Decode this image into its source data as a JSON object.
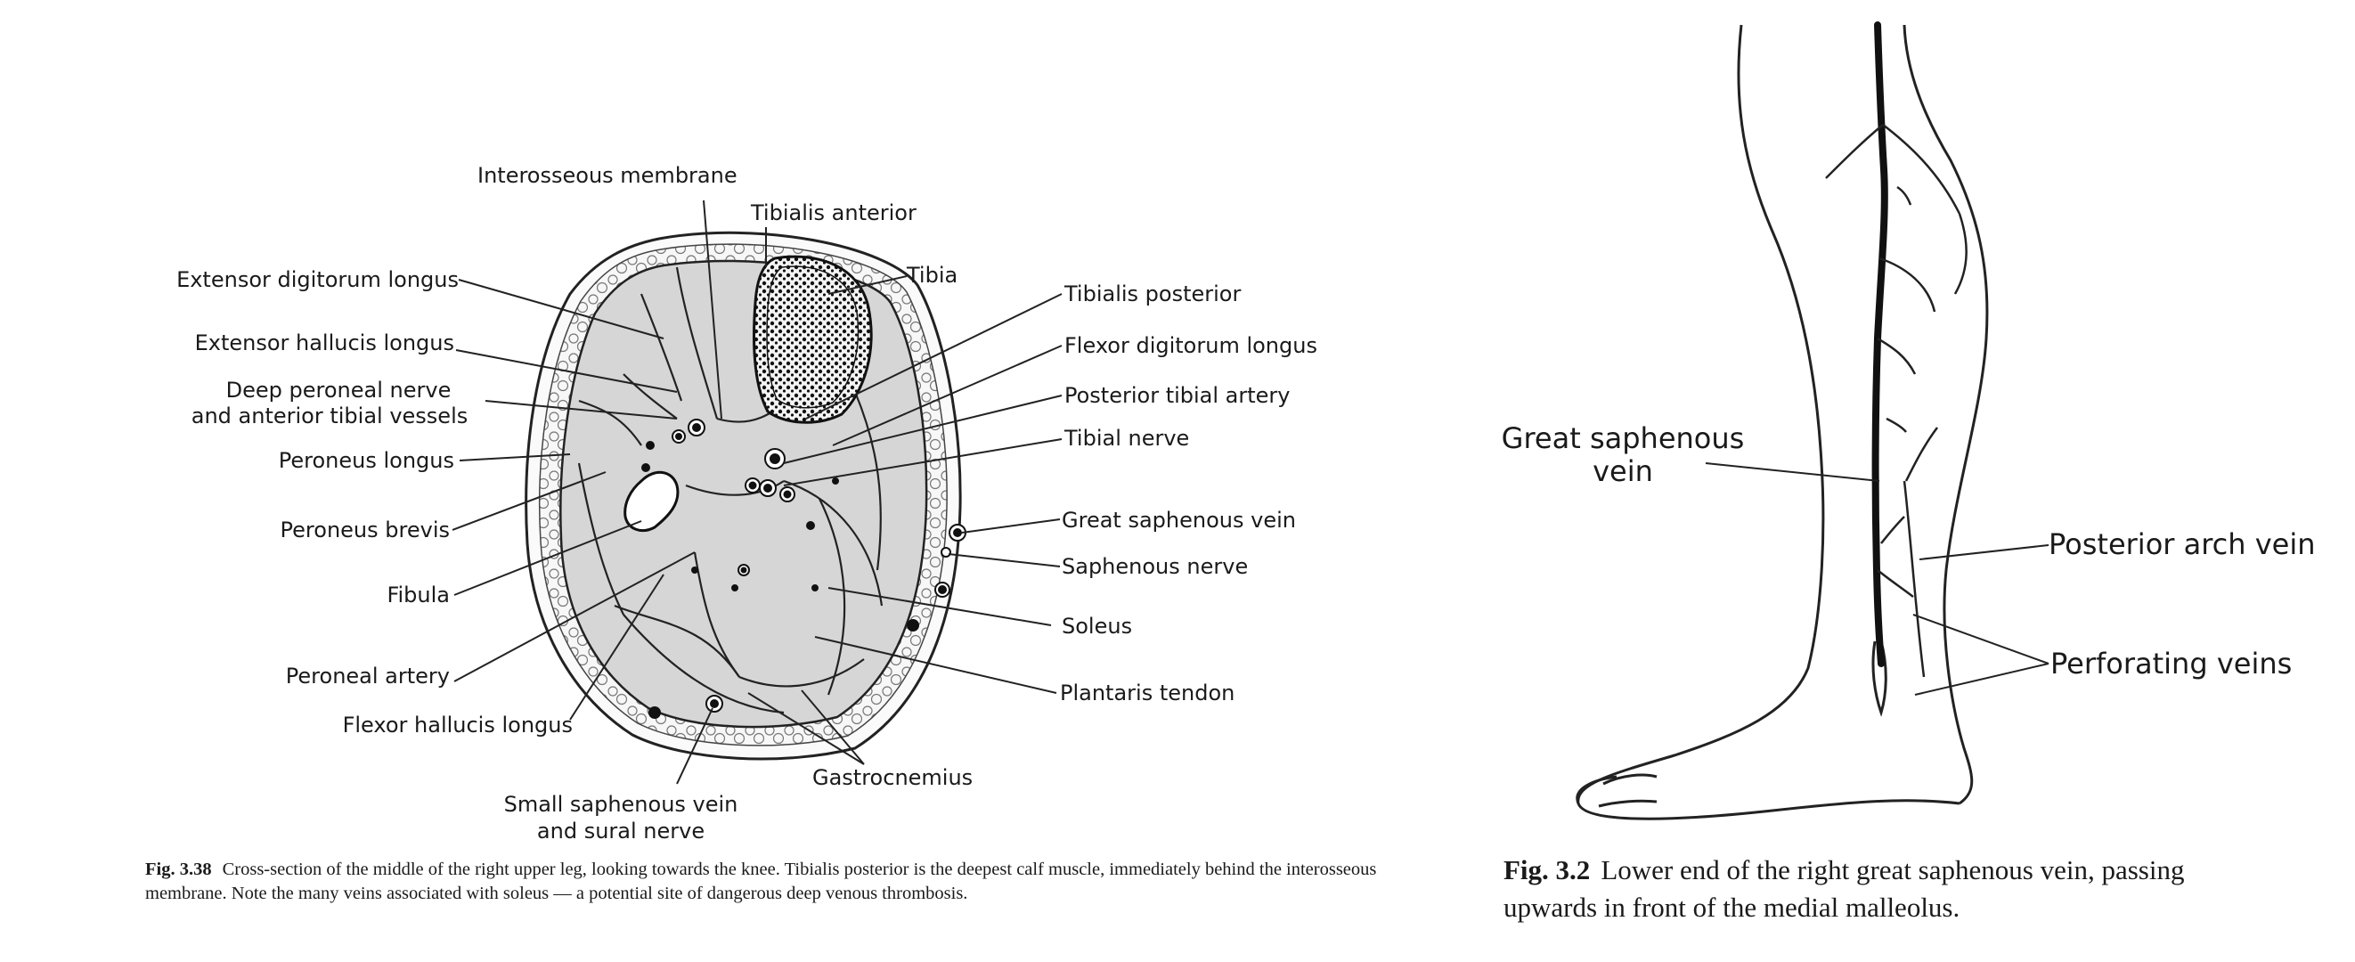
{
  "figure_left": {
    "labels": {
      "interosseous_membrane": "Interosseous membrane",
      "tibialis_anterior": "Tibialis anterior",
      "tibia": "Tibia",
      "extensor_digitorum_longus": "Extensor digitorum longus",
      "extensor_hallucis_longus": "Extensor hallucis longus",
      "deep_peroneal_nerve_1": "Deep peroneal nerve",
      "deep_peroneal_nerve_2": "and anterior tibial vessels",
      "peroneus_longus": "Peroneus longus",
      "peroneus_brevis": "Peroneus brevis",
      "fibula": "Fibula",
      "peroneal_artery": "Peroneal artery",
      "flexor_hallucis_longus": "Flexor hallucis longus",
      "small_saphenous_1": "Small saphenous vein",
      "small_saphenous_2": "and sural nerve",
      "gastrocnemius": "Gastrocnemius",
      "tibialis_posterior": "Tibialis posterior",
      "flexor_digitorum_longus": "Flexor digitorum longus",
      "posterior_tibial_artery": "Posterior tibial artery",
      "tibial_nerve": "Tibial nerve",
      "great_saphenous_vein": "Great saphenous vein",
      "saphenous_nerve": "Saphenous nerve",
      "soleus": "Soleus",
      "plantaris_tendon": "Plantaris tendon"
    },
    "caption": {
      "number": "Fig. 3.38",
      "text": "Cross-section of the middle of the right upper leg, looking towards the knee. Tibialis posterior is the deepest calf muscle, immediately behind the interosseous membrane. Note the many veins associated with soleus — a potential site of dangerous deep venous thrombosis."
    }
  },
  "figure_right": {
    "labels": {
      "great_saphenous_1": "Great saphenous",
      "great_saphenous_2": "vein",
      "posterior_arch_vein": "Posterior arch vein",
      "perforating_veins": "Perforating veins"
    },
    "caption": {
      "number": "Fig. 3.2",
      "text": "Lower end of the right great saphenous vein, passing upwards in front of the medial malleolus."
    }
  }
}
